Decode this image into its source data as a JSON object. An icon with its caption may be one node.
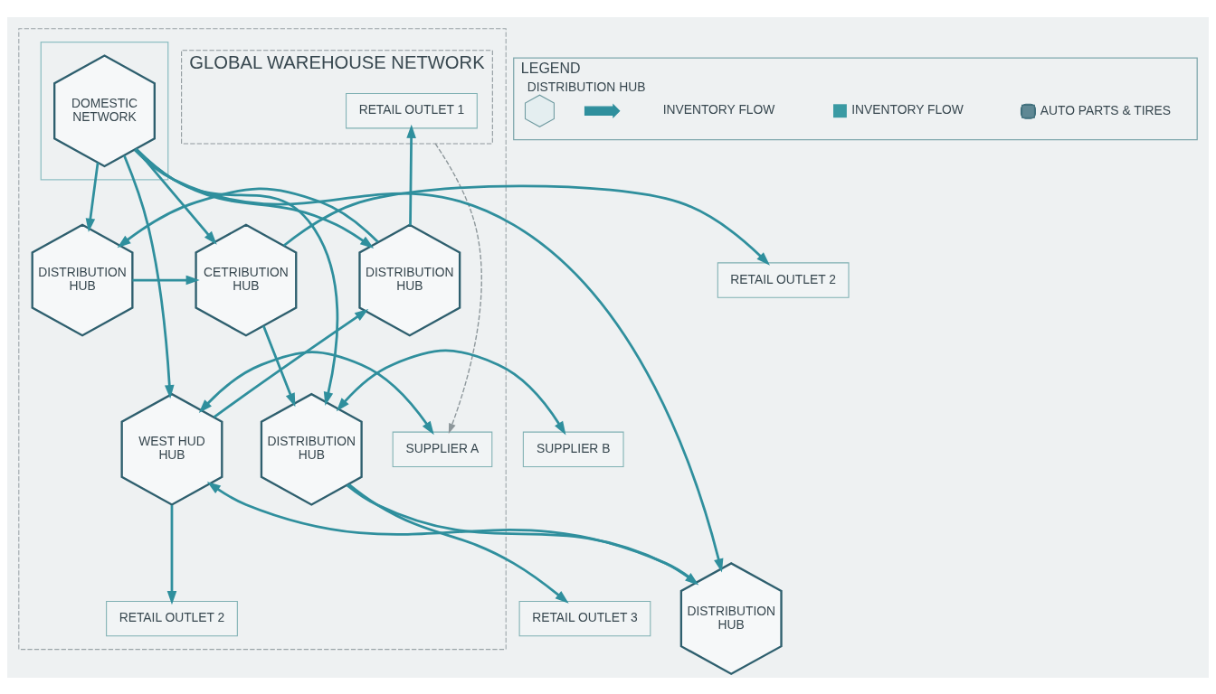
{
  "diagram": {
    "nodes": [
      {
        "text": [],
        "shape": "box"
      },
      {
        "text": [
          "GLOBAL WAREHOUSE NETWORK"
        ],
        "in": 0
      },
      {
        "text": [
          "RETAIL OUTLET 1"
        ],
        "in": 1
      },
      {
        "text": [
          "DISTRIBUTION HUB"
        ],
        "in": 0
      },
      {
        "text": [
          "DISTRIBUTION HUB"
        ],
        "in": 0
      },
      {
        "text": [
          "CETRIBUTION HUB"
        ],
        "in": 0
      },
      {
        "text": [
          "RETAIL OUTLET 2"
        ]
      },
      {
        "text": [
          "SUPPLIER A"
        ],
        "in": 0
      },
      {
        "text": [],
        "shape": "box",
        "in": 0
      },
      {
        "text": [
          "DOMESTIC NETWORK"
        ],
        "in": 8
      },
      {
        "text": [
          "SUPPLIER B"
        ]
      },
      {
        "text": [
          "WEST HUD HUB"
        ],
        "in": 0
      },
      {
        "text": [
          "DISTRIBUTION HUB"
        ],
        "in": 0
      },
      {
        "text": [
          "RETAIL OUTLET 2"
        ],
        "in": 0
      },
      {
        "text": [
          "RETAIL OUTLET 3"
        ]
      },
      {
        "text": [
          "DISTRIBUTION HUB"
        ]
      },
      {
        "text": [
          "LEGEND"
        ]
      }
    ],
    "edges": [
      {
        "from": 4,
        "to": 3,
        "arrow": "to"
      },
      {
        "from": 3,
        "to": 5,
        "arrow": "to"
      },
      {
        "from": 5,
        "to": 12,
        "arrow": "to"
      },
      {
        "from": 12,
        "to": 15,
        "arrow": "to"
      },
      {
        "from": 15,
        "to": 11,
        "arrow": "to"
      },
      {
        "from": 11,
        "to": 4,
        "arrow": "to"
      },
      {
        "from": 9,
        "to": 3,
        "arrow": "to"
      },
      {
        "from": 9,
        "to": 4,
        "arrow": "to"
      },
      {
        "from": 9,
        "to": 5,
        "arrow": "to"
      },
      {
        "from": 9,
        "to": 11,
        "arrow": "to"
      },
      {
        "from": 9,
        "to": 12,
        "arrow": "to"
      },
      {
        "from": 9,
        "to": 15,
        "arrow": "to"
      },
      {
        "from": 4,
        "to": 2,
        "arrow": "to"
      },
      {
        "from": 5,
        "to": 6,
        "arrow": "to"
      },
      {
        "from": 1,
        "to": 7,
        "arrow": "to",
        "style": "dashed",
        "color": "#8d979b"
      },
      {
        "from": 7,
        "to": 11,
        "arrow": "both"
      },
      {
        "from": 12,
        "to": 10,
        "arrow": "both"
      },
      {
        "from": 11,
        "to": 13,
        "arrow": "to"
      },
      {
        "from": 12,
        "to": 14,
        "arrow": "to"
      }
    ],
    "legend": [
      {
        "text": "DISTRIBUTION HUB"
      },
      {
        "text": "INVENTORY FLOW"
      },
      {
        "text": "INVENTORY FLOW",
        "color": "#3a9aa3"
      },
      {
        "text": "AUTO PARTS & TIRES"
      }
    ]
  }
}
